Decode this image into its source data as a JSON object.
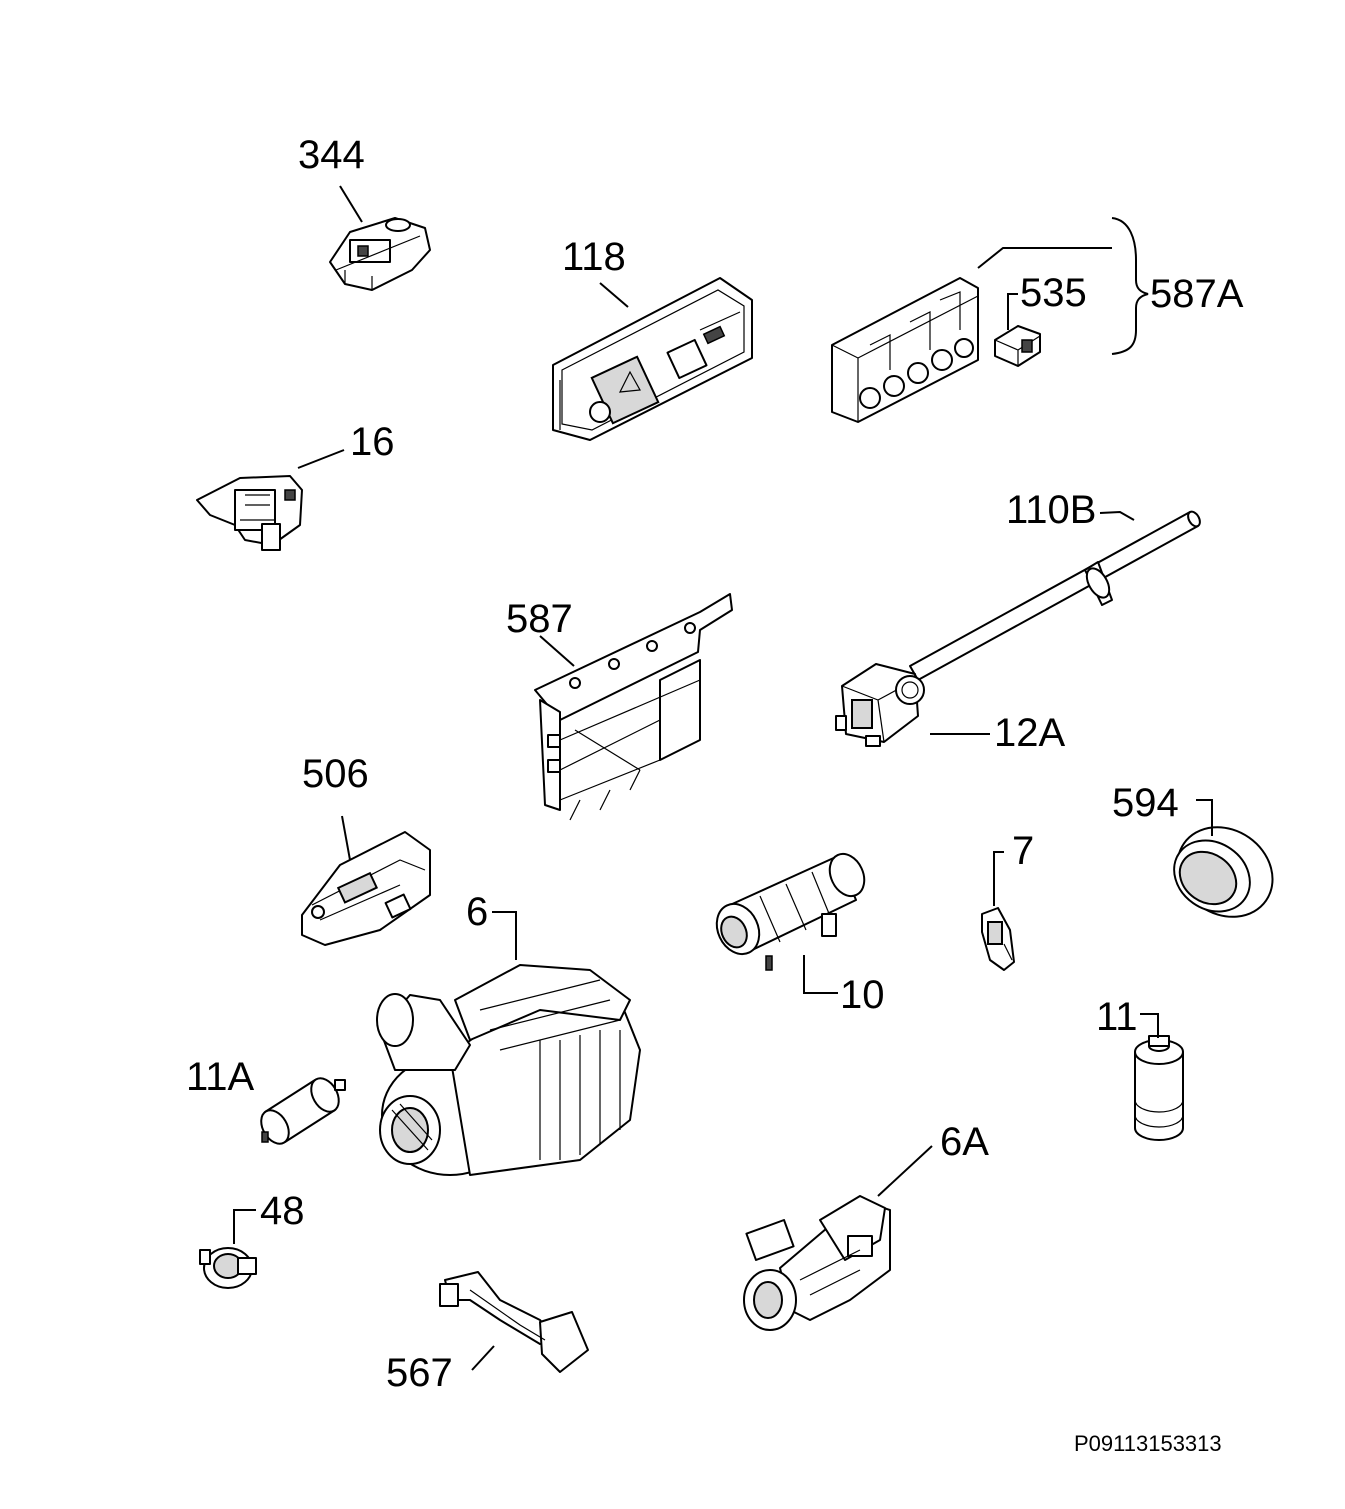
{
  "labels": {
    "p344": "344",
    "p118": "118",
    "p535": "535",
    "p587A": "587A",
    "p16": "16",
    "p110B": "110B",
    "p587": "587",
    "p12A": "12A",
    "p506": "506",
    "p594": "594",
    "p7": "7",
    "p6": "6",
    "p10": "10",
    "p11": "11",
    "p11A": "11A",
    "p6A": "6A",
    "p48": "48",
    "p567": "567"
  },
  "drawing_code": "P09113153313"
}
